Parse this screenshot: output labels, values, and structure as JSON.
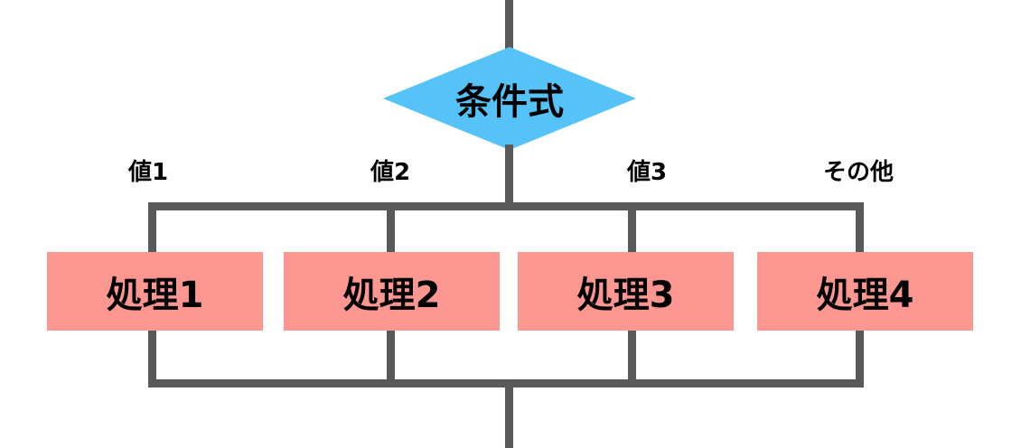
{
  "diagram": {
    "type": "flowchart",
    "title_text": "",
    "colors": {
      "decision_fill": "#55C3F7",
      "process_fill": "#FB9690",
      "connector": "#595959",
      "text": "#000000",
      "background": "#FFFFFF"
    },
    "decision": {
      "label": "条件式",
      "shape": "diamond"
    },
    "branches": [
      {
        "label": "値1",
        "process": "処理1"
      },
      {
        "label": "値2",
        "process": "処理2"
      },
      {
        "label": "値3",
        "process": "処理3"
      },
      {
        "label": "その他",
        "process": "処理4"
      }
    ],
    "connectors": {
      "entry_line": "vertical-in-top",
      "split_bus": "horizontal",
      "merge_bus": "horizontal",
      "exit_line": "vertical-out-bottom"
    }
  }
}
